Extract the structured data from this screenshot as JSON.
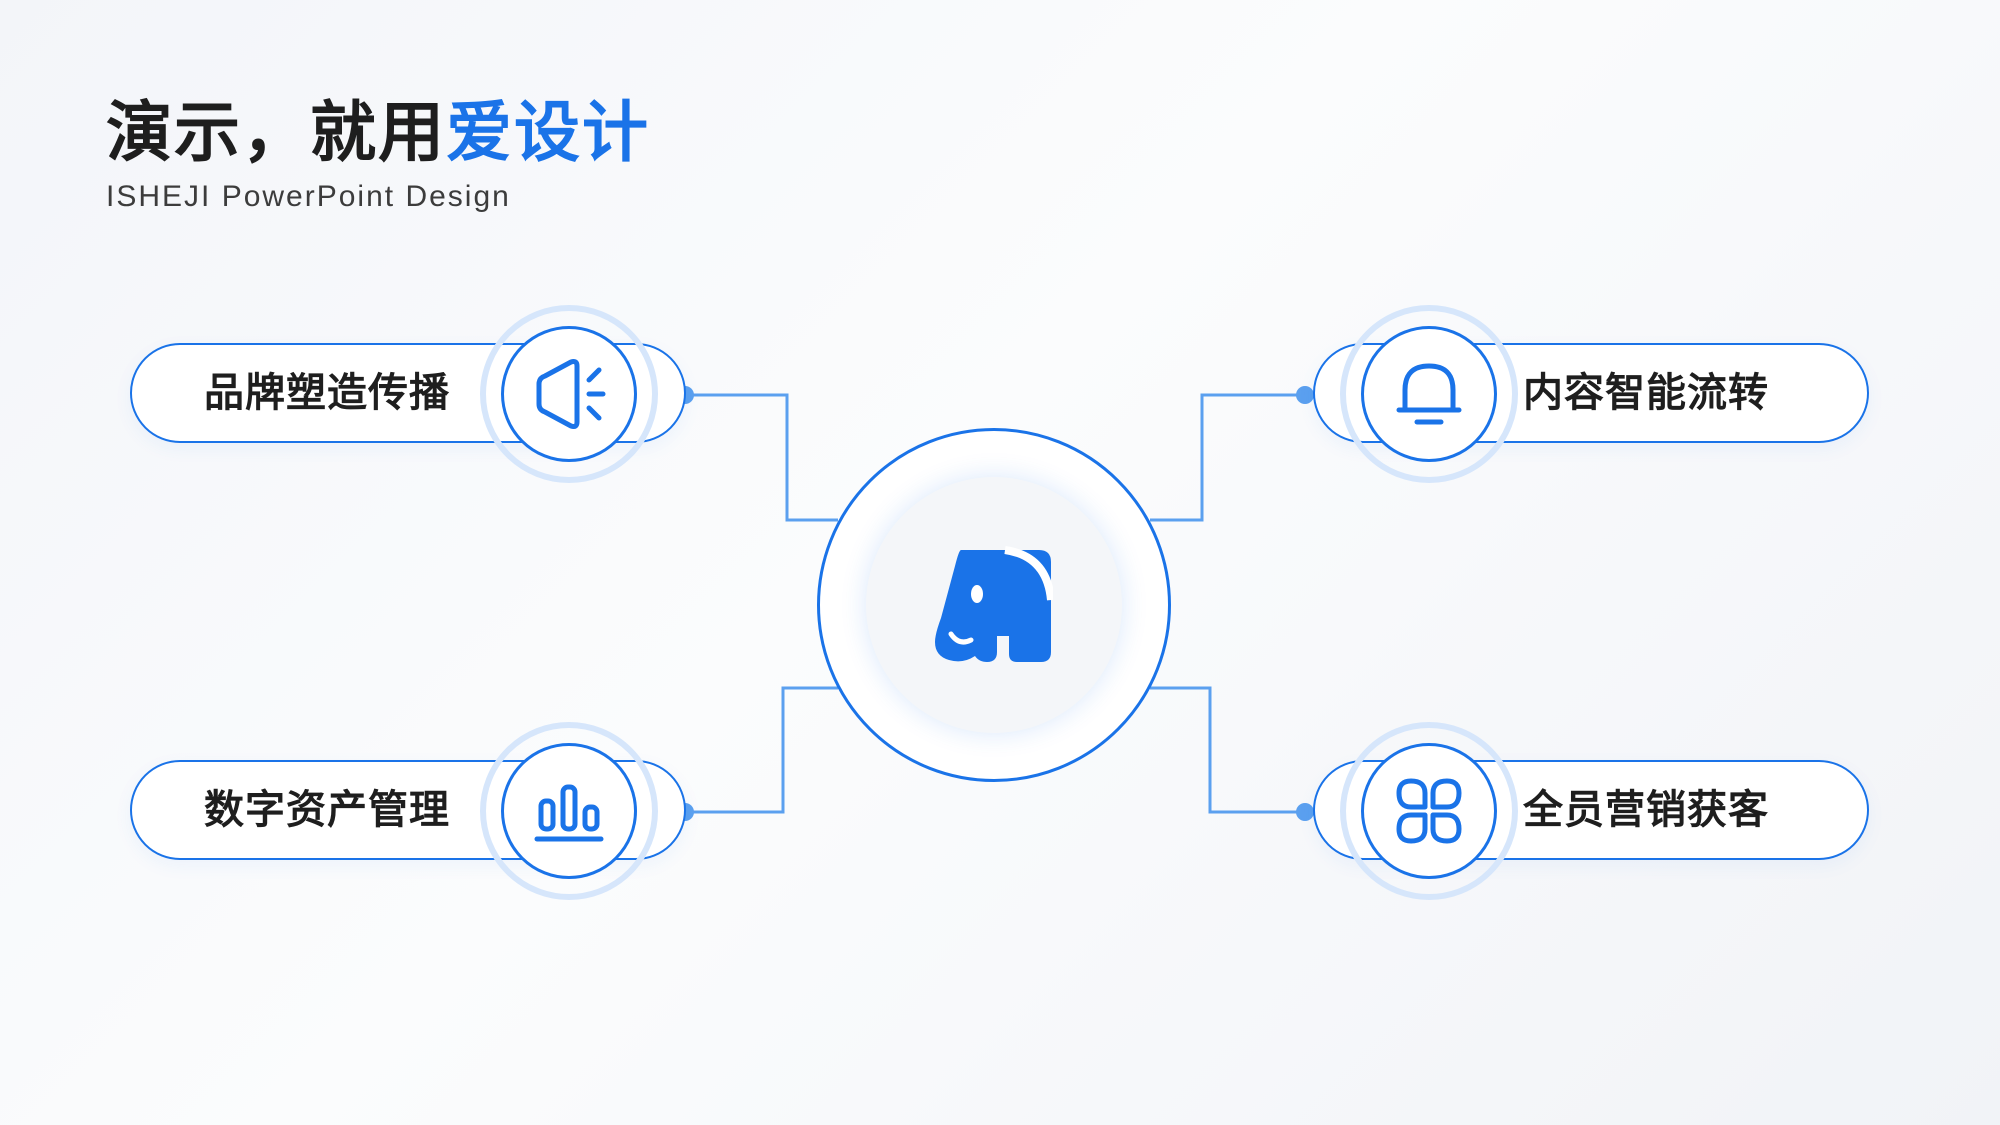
{
  "header": {
    "title_dark": "演示，就用",
    "title_accent": "爱设计",
    "subtitle": "ISHEJI  PowerPoint  Design"
  },
  "center": {
    "icon": "elephant-logo-icon"
  },
  "nodes": [
    {
      "label": "品牌塑造传播",
      "icon": "speaker-icon"
    },
    {
      "label": "内容智能流转",
      "icon": "bell-icon"
    },
    {
      "label": "数字资产管理",
      "icon": "bar-chart-icon"
    },
    {
      "label": "全员营销获客",
      "icon": "four-petal-icon"
    }
  ],
  "colors": {
    "accent": "#1a73e8",
    "connector": "#5ba0ef",
    "ring": "#d6e6fb",
    "text": "#1e1e1e"
  }
}
